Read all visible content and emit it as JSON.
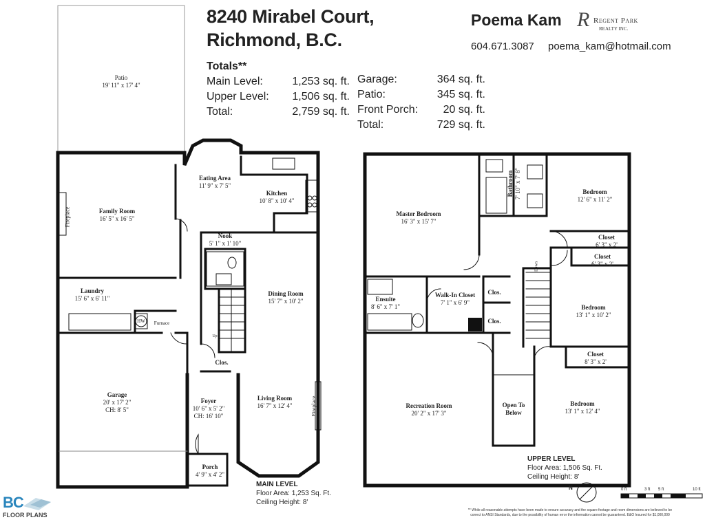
{
  "header": {
    "address_line1": "8240 Mirabel Court,",
    "address_line2": "Richmond, B.C.",
    "agent_name": "Poema Kam",
    "brokerage_line1": "Regent Park",
    "brokerage_line2": "REALTY INC.",
    "phone": "604.671.3087",
    "email": "poema_kam@hotmail.com"
  },
  "totals": {
    "heading": "Totals**",
    "left": [
      {
        "label": "Main Level:",
        "value": "1,253 sq. ft."
      },
      {
        "label": "Upper Level:",
        "value": "1,506 sq. ft."
      },
      {
        "label": "Total:",
        "value": "2,759 sq. ft."
      }
    ],
    "right": [
      {
        "label": "Garage:",
        "value": "364 sq. ft."
      },
      {
        "label": "Patio:",
        "value": "345 sq. ft."
      },
      {
        "label": "Front Porch:",
        "value": "20 sq. ft."
      },
      {
        "label": "Total:",
        "value": "729 sq. ft."
      }
    ]
  },
  "main_level": {
    "title": "MAIN LEVEL",
    "floor_area": "Floor Area: 1,253 Sq. Ft.",
    "ceiling": "Ceiling Height: 8'",
    "rooms": [
      {
        "name": "Patio",
        "dim": "19' 11\" x 17' 4\""
      },
      {
        "name": "Eating Area",
        "dim": "11' 9\" x 7' 5\""
      },
      {
        "name": "Kitchen",
        "dim": "10' 8\" x 10' 4\""
      },
      {
        "name": "Family Room",
        "dim": "16' 5\" x 16' 5\""
      },
      {
        "name": "Nook",
        "dim": "5' 1\" x 1' 10\""
      },
      {
        "name": "Laundry",
        "dim": "15' 6\" x 6' 11\""
      },
      {
        "name": "Dining Room",
        "dim": "15' 7\" x 10' 2\""
      },
      {
        "name": "Garage",
        "dim": "20' x 17' 2\"",
        "extra": "CH: 8' 5\""
      },
      {
        "name": "Foyer",
        "dim": "10' 6\" x 5' 2\"",
        "extra": "CH: 16' 10\""
      },
      {
        "name": "Living Room",
        "dim": "16' 7\" x 12' 4\""
      },
      {
        "name": "Porch",
        "dim": "4' 9\" x 4' 2\""
      }
    ],
    "labels": {
      "fireplace": "Fireplace",
      "hw": "HW",
      "furnace": "Furnace",
      "clos": "Clos.",
      "up": "Up"
    }
  },
  "upper_level": {
    "title": "UPPER LEVEL",
    "floor_area": "Floor Area: 1,506 Sq. Ft.",
    "ceiling": "Ceiling Height: 8'",
    "rooms": [
      {
        "name": "Master Bedroom",
        "dim": "16' 3\" x 15' 7\""
      },
      {
        "name": "Bathroom",
        "dim": "7' 10\" x 7' 8\""
      },
      {
        "name": "Bedroom",
        "dim": "12' 6\" x 11' 2\""
      },
      {
        "name": "Closet",
        "dim": "6' 3\" x 2'"
      },
      {
        "name": "Closet",
        "dim": "6' 3\" x 2'"
      },
      {
        "name": "Ensuite",
        "dim": "8' 6\" x 7' 1\""
      },
      {
        "name": "Walk-In Closet",
        "dim": "7' 1\" x 6' 9\""
      },
      {
        "name": "Bedroom",
        "dim": "13' 1\" x 10' 2\""
      },
      {
        "name": "Closet",
        "dim": "8' 3\" x 2'"
      },
      {
        "name": "Recreation Room",
        "dim": "20' 2\" x 17' 3\""
      },
      {
        "name": "Open To Below",
        "dim": ""
      },
      {
        "name": "Bedroom",
        "dim": "13' 1\" x 12' 4\""
      }
    ],
    "labels": {
      "clos": "Clos.",
      "down": "Down"
    }
  },
  "scale": {
    "ticks": [
      "0 ft",
      "3 ft",
      "5 ft",
      "10 ft"
    ],
    "north": "N"
  },
  "footer": {
    "logo_line1": "BC",
    "logo_line2": "FLOOR PLANS",
    "disclaimer1": "** While all reasonable attempts have been made to ensure accuracy and the square footage and room dimensions are believed to be",
    "disclaimer2": "correct to ANSI Standards, due to the possibility of human error the information cannot be guaranteed. E&O Insured for $1,000,000"
  }
}
